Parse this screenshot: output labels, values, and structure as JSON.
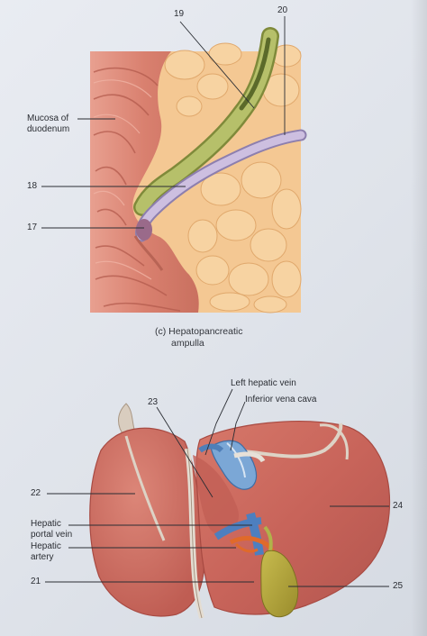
{
  "figure": {
    "caption_line1": "(c) Hepatopancreatic",
    "caption_line2": "ampulla"
  },
  "top_labels": {
    "mucosa_line1": "Mucosa of",
    "mucosa_line2": "duodenum",
    "n19": "19",
    "n20": "20",
    "n18": "18",
    "n17": "17"
  },
  "bottom_labels": {
    "left_hepatic_vein": "Left hepatic vein",
    "inferior_vena_cava": "Inferior vena cava",
    "n23": "23",
    "n22": "22",
    "n24": "24",
    "hepatic_portal_line1": "Hepatic",
    "hepatic_portal_line2": "portal vein",
    "hepatic_artery_line1": "Hepatic",
    "hepatic_artery_line2": "artery",
    "n21": "21",
    "n25": "25"
  },
  "colors": {
    "duodenum": "#d98a7a",
    "fat": "#f3c58f",
    "bile_duct": "#a7b35a",
    "pancreatic_duct": "#b8a8cf",
    "liver": "#c96a5a",
    "gallbladder": "#b7a93a",
    "vein_blue": "#6f9fd0",
    "artery_orange": "#e06a2a"
  }
}
